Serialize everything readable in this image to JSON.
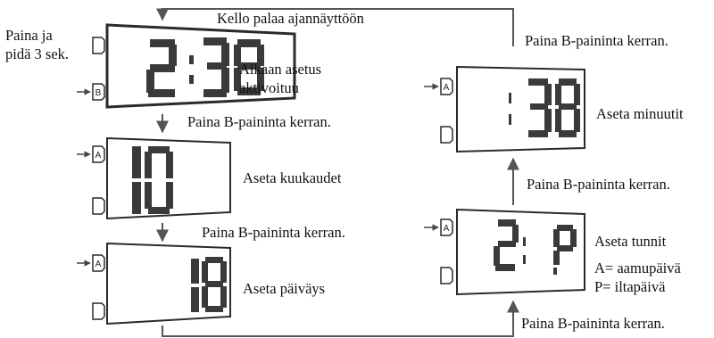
{
  "colors": {
    "ink": "#1a1a1a",
    "segment": "#3a3a3a",
    "frame": "#2a2a2a",
    "flow": "#555555"
  },
  "top_label": "Kello palaa ajannäyttöön",
  "hold_instruction": [
    "Paina ja",
    "pidä 3 sek."
  ],
  "steps": [
    {
      "id": "set-activation",
      "caption": [
        "Aikaan asetus",
        "aktivoituu"
      ],
      "display": "2:38",
      "button": "B"
    },
    {
      "id": "set-months",
      "caption": [
        "Aseta kuukaudet"
      ],
      "display": "10",
      "button": "A"
    },
    {
      "id": "set-day",
      "caption": [
        "Aseta päiväys"
      ],
      "display": "18",
      "button": "A"
    },
    {
      "id": "set-hours",
      "caption": [
        "Aseta tunnit"
      ],
      "display": "2: P",
      "button": "A"
    },
    {
      "id": "set-minutes",
      "caption": [
        "Aseta minuutit"
      ],
      "display": ":38",
      "button": "A"
    }
  ],
  "ampm_note": [
    "A= aamupäivä",
    "P= iltapäivä"
  ],
  "press_b_label": "Paina B-paininta kerran.",
  "transitions": [
    {
      "from": "set-activation",
      "to": "set-months",
      "label": "Paina B-paininta kerran."
    },
    {
      "from": "set-months",
      "to": "set-day",
      "label": "Paina B-paininta kerran."
    },
    {
      "from": "set-day",
      "to": "set-hours",
      "label": "Paina B-paininta kerran."
    },
    {
      "from": "set-hours",
      "to": "set-minutes",
      "label": "Paina B-paininta kerran."
    },
    {
      "from": "set-minutes",
      "to": "set-activation",
      "label": "Paina B-paininta kerran."
    }
  ],
  "button_labels": {
    "a": "A",
    "b": "B"
  }
}
